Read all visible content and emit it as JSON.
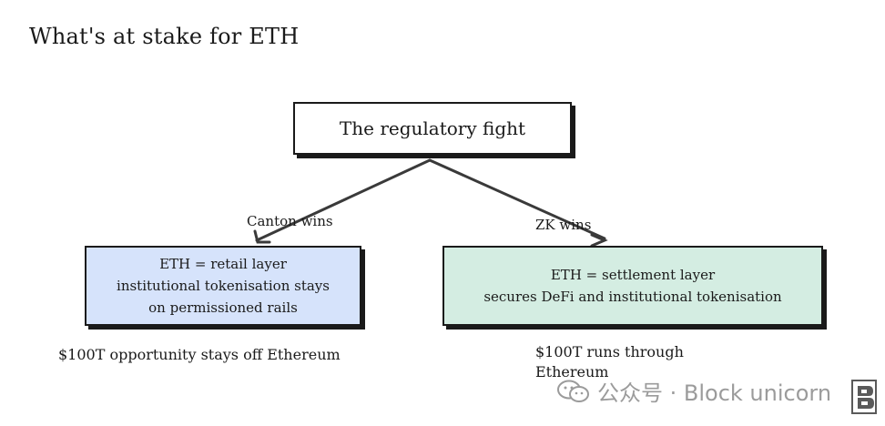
{
  "title": "What's at stake for ETH",
  "root": {
    "label": "The regulatory fight"
  },
  "branches": [
    {
      "edge_label": "Canton wins",
      "box_lines": [
        "ETH = retail layer",
        "institutional tokenisation stays",
        "on permissioned rails"
      ],
      "outcome": "$100T opportunity stays off Ethereum",
      "color": "#d6e3fb"
    },
    {
      "edge_label": "ZK wins",
      "box_lines": [
        "ETH = settlement layer",
        "secures DeFi and institutional tokenisation"
      ],
      "outcome": "$100T runs through Ethereum",
      "color": "#d4ede2"
    }
  ],
  "watermark": {
    "text": "公众号 · Block unicorn",
    "icon": "wechat-icon"
  },
  "corner_logo": {
    "icon": "block-unicorn-logo"
  }
}
